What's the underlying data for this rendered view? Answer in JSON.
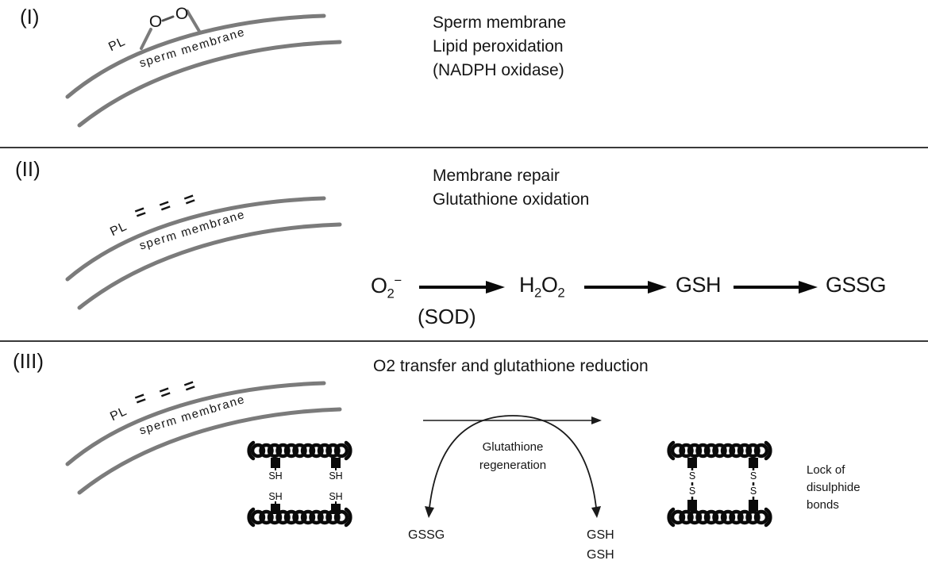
{
  "colors": {
    "membrane_gray": "#7b7b7b",
    "ink": "#151515",
    "protein_black": "#0a0a0a",
    "divider": "#3a3a3a"
  },
  "panel1": {
    "label": "(I)",
    "pl": "PL",
    "peroxide": {
      "left_o": "O",
      "right_o": "O"
    },
    "membrane_text": "sperm membrane",
    "caption": [
      "Sperm membrane",
      "Lipid peroxidation",
      "(NADPH oxidase)"
    ]
  },
  "panel2": {
    "label": "(II)",
    "pl": "PL",
    "membrane_text": "sperm membrane",
    "bond_marks": [
      "=",
      "=",
      "="
    ],
    "caption": [
      "Membrane repair",
      "Glutathione oxidation"
    ],
    "reaction": {
      "o2_base": "O",
      "o2_sub": "2",
      "o2_sup": "−",
      "sod": "(SOD)",
      "h": "H",
      "h_sub": "2",
      "o": "O",
      "o_sub": "2",
      "gsh": "GSH",
      "gssg": "GSSG"
    }
  },
  "panel3": {
    "label": "(III)",
    "pl": "PL",
    "membrane_text": "sperm membrane",
    "bond_marks": [
      "=",
      "=",
      "="
    ],
    "title": "O2 transfer and glutathione reduction",
    "left_protein": {
      "sh_labels": [
        "SH",
        "SH",
        "SH",
        "SH"
      ]
    },
    "right_protein": {
      "s_labels": [
        "S",
        "S",
        "S",
        "S"
      ]
    },
    "cycle": {
      "line1": "Glutathione",
      "line2": "regeneration",
      "left_product": "GSSG",
      "right_products": [
        "GSH",
        "GSH"
      ]
    },
    "lock_caption": [
      "Lock of",
      "disulphide",
      "bonds"
    ]
  }
}
